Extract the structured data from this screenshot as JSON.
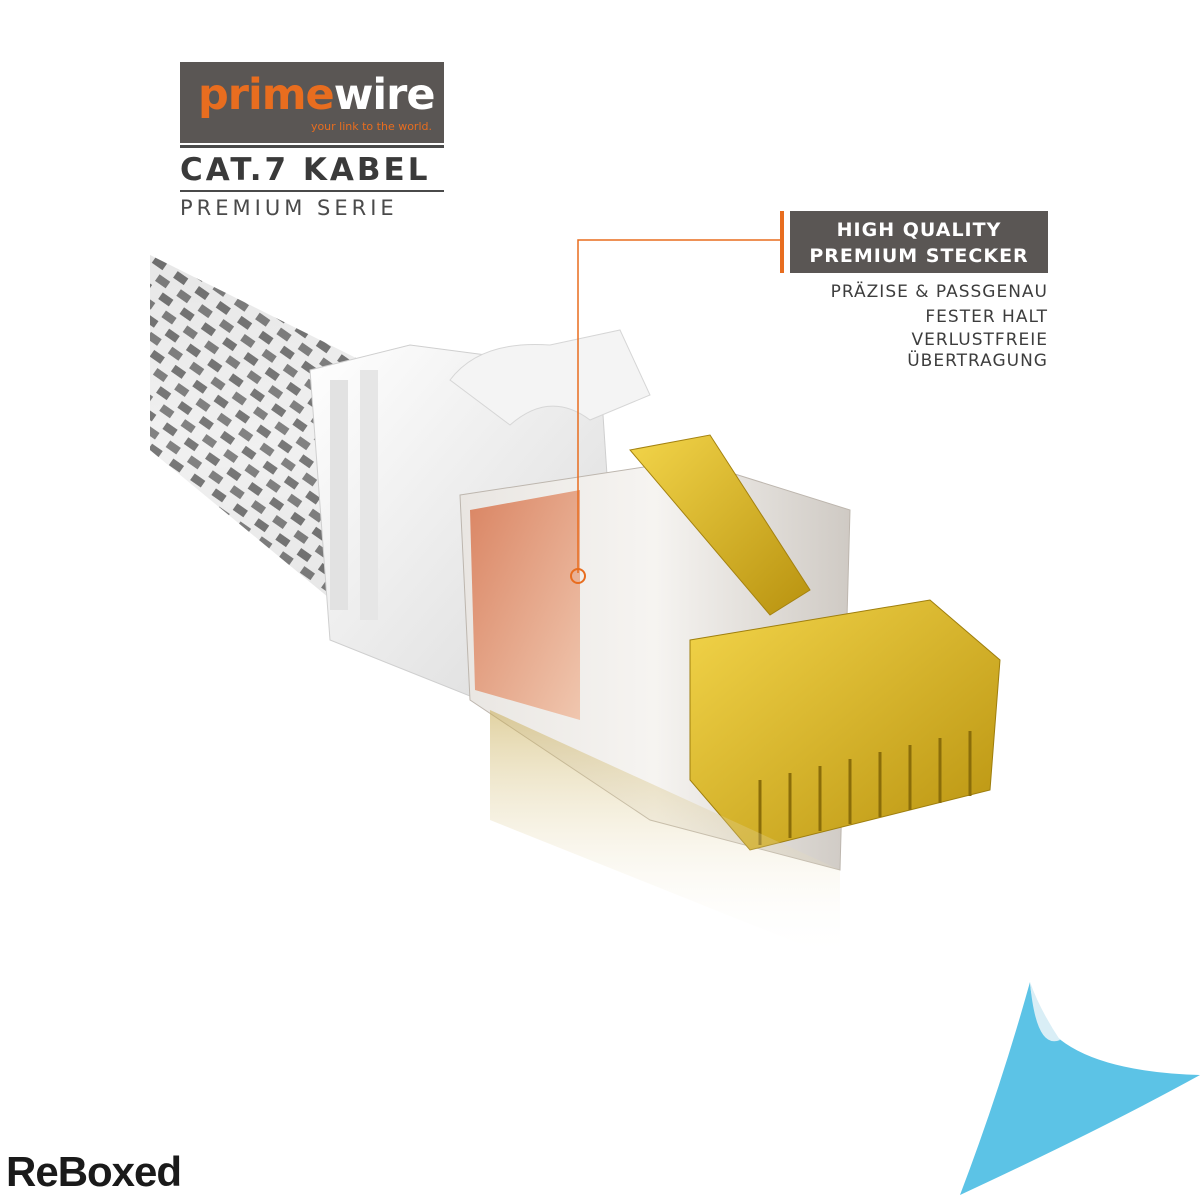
{
  "brand": {
    "logo_text": "primewire",
    "tagline": "your link to the world.",
    "title": "CAT.7 KABEL",
    "subtitle": "PREMIUM SERIE"
  },
  "callout": {
    "heading_line1": "HIGH QUALITY",
    "heading_line2": "PREMIUM STECKER",
    "features": [
      "PRÄZISE & PASSGENAU",
      "FESTER HALT",
      "VERLUSTFREIE",
      "ÜBERTRAGUNG"
    ]
  },
  "watermark": {
    "text": "ReBoxed"
  },
  "colors": {
    "brand_orange": "#e86d1f",
    "box_gray": "#5a5654",
    "connector_yellow": "#e8c21a",
    "corner_blue": "#5cc3e6"
  },
  "icons": {
    "product": "rj45-connector-icon",
    "corner": "page-curl-icon"
  }
}
